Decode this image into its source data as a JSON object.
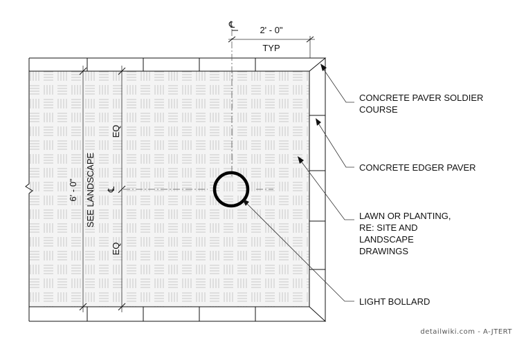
{
  "labels": {
    "soldier_course": [
      "CONCRETE PAVER SOLDIER",
      "COURSE"
    ],
    "edger_paver": [
      "CONCRETE EDGER PAVER"
    ],
    "lawn": [
      "LAWN OR PLANTING,",
      "RE: SITE AND",
      "LANDSCAPE",
      "DRAWINGS"
    ],
    "bollard": [
      "LIGHT BOLLARD"
    ]
  },
  "dimensions": {
    "top_dim": "2' - 0\"",
    "top_typ": "TYP",
    "side_dim": "6' - 0\"",
    "side_note": "SEE LANDSCAPE",
    "eq_upper": "EQ",
    "eq_lower": "EQ",
    "centerline_symbol": "℄"
  },
  "credit": "detailwiki.com - A-JTERT",
  "colors": {
    "line": "#111111",
    "paver_fill": "#f2f2f2",
    "pattern": "#bdbdbd"
  }
}
